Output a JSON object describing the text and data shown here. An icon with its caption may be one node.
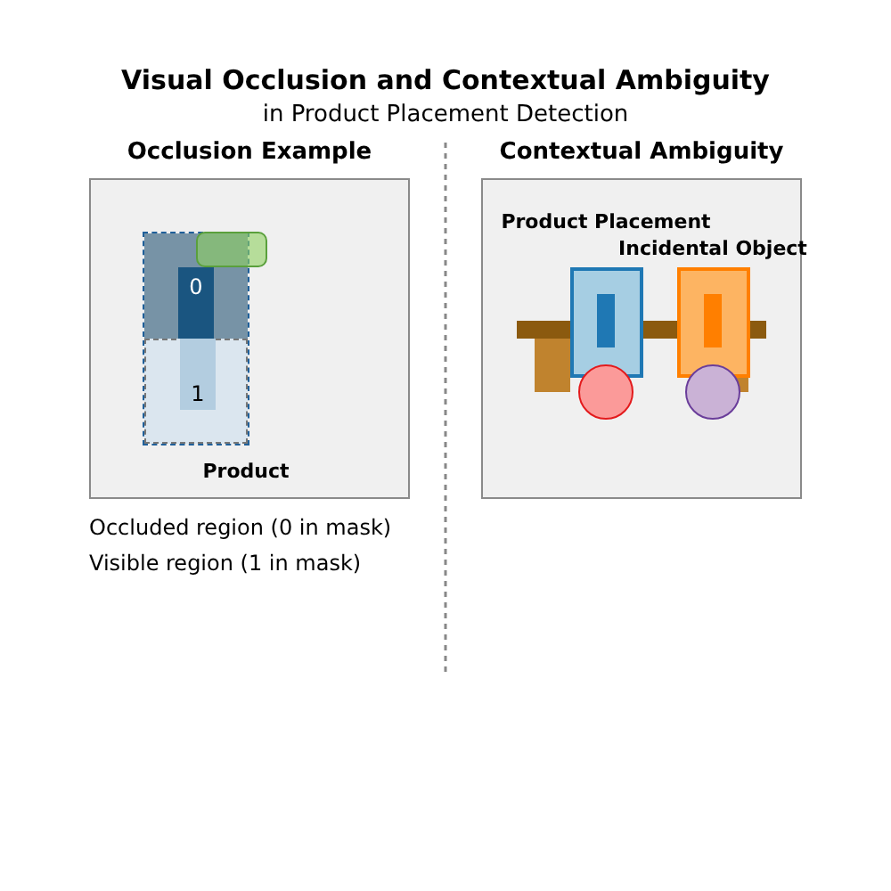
{
  "diagram": {
    "title": "Visual Occlusion and Contextual Ambiguity",
    "nodes": [
      {
        "text": [
          "Occlusion Example"
        ]
      },
      {
        "text": [],
        "shape": "box",
        "in": 0,
        "beside": [
          "Product"
        ]
      },
      {
        "text": [
          "0"
        ],
        "in": 1
      },
      {
        "text": [
          "1"
        ],
        "in": 1
      },
      {
        "text": [
          "Contextual Ambiguity"
        ]
      },
      {
        "text": [],
        "shape": "box",
        "in": 4,
        "beside": [
          "Product Placement"
        ]
      },
      {
        "text": [],
        "shape": "box",
        "in": 4,
        "beside": [
          "Incidental Object"
        ]
      }
    ],
    "labels": [
      "in Product Placement Detection",
      "Occluded region (0 in mask)",
      "Visible region (1 in mask)"
    ]
  }
}
